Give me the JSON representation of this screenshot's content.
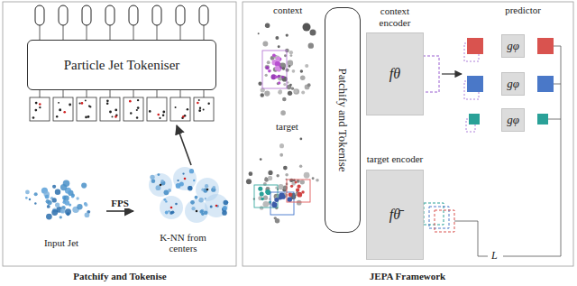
{
  "diagram": {
    "nodes": [
      {
        "text": [
          "Particle Jet Tokeniser"
        ]
      },
      {
        "text": [
          "Input Jet"
        ]
      },
      {
        "text": [
          "K-NN from centers"
        ]
      },
      {
        "text": [
          "Patchify and Tokenise"
        ]
      },
      {
        "text": [
          "context encoder",
          "fθ"
        ]
      },
      {
        "text": [
          "target encoder",
          "fθ̄"
        ]
      },
      {
        "text": [
          "gφ"
        ]
      },
      {
        "text": [
          "gφ"
        ]
      },
      {
        "text": [
          "gφ"
        ]
      }
    ],
    "edges": [
      {
        "from": 1,
        "to": 2,
        "arrow": "to",
        "label": "FPS"
      }
    ],
    "labels": [
      "Patchify and Tokenise",
      "context",
      "target",
      "predictor",
      "L",
      "JEPA Framework"
    ]
  }
}
